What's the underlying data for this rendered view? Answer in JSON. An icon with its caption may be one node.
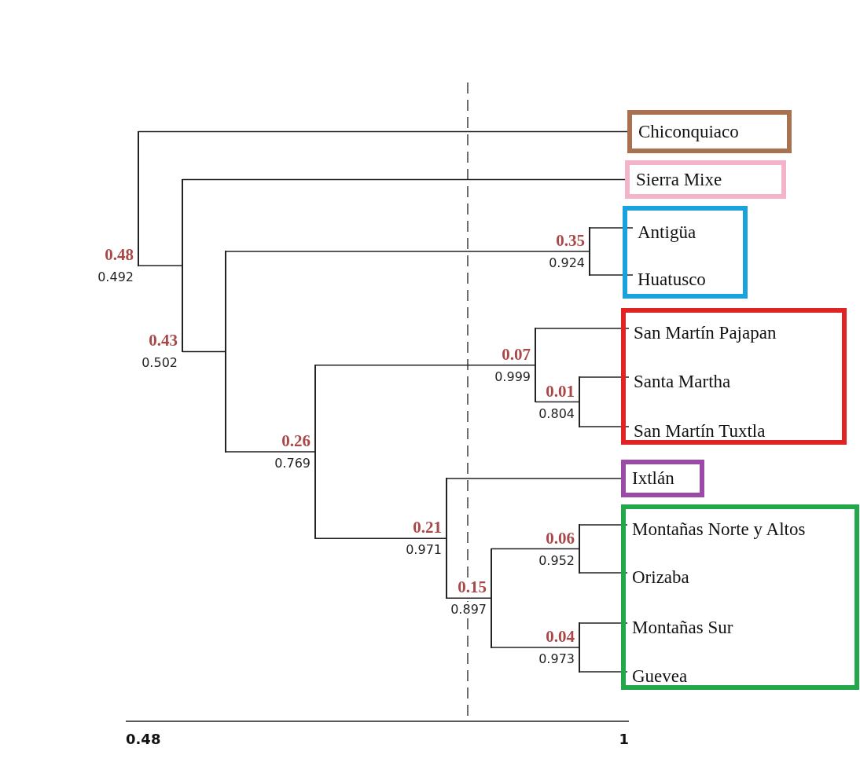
{
  "diagram": {
    "nodes": [
      {
        "text": [
          "Chiconquiaco"
        ]
      },
      {
        "text": [
          "Sierra Mixe"
        ]
      },
      {
        "text": [],
        "shape": "box"
      },
      {
        "text": [
          "Antigüa"
        ],
        "in": 2
      },
      {
        "text": [
          "Huatusco"
        ],
        "in": 2
      },
      {
        "text": [],
        "shape": "box"
      },
      {
        "text": [
          "San Martín Pajapan"
        ],
        "in": 5
      },
      {
        "text": [
          "Santa Martha"
        ],
        "in": 5
      },
      {
        "text": [
          "San Martín Tuxtla"
        ],
        "in": 5
      },
      {
        "text": [
          "Ixtlán"
        ]
      },
      {
        "text": [],
        "shape": "box"
      },
      {
        "text": [
          "Montañas Norte y Altos"
        ],
        "in": 10
      },
      {
        "text": [
          "Orizaba"
        ],
        "in": 10
      },
      {
        "text": [
          "Montañas Sur"
        ],
        "in": 10
      },
      {
        "text": [
          "Guevea"
        ],
        "in": 10
      },
      {
        "text": [],
        "shape": "junction",
        "beside": [
          "0.48",
          "0.492"
        ]
      },
      {
        "text": [],
        "shape": "junction",
        "beside": [
          "0.43",
          "0.502"
        ]
      },
      {
        "text": [],
        "shape": "junction"
      },
      {
        "text": [],
        "shape": "junction",
        "beside": [
          "0.35",
          "0.924"
        ]
      },
      {
        "text": [],
        "shape": "junction",
        "beside": [
          "0.26",
          "0.769"
        ]
      },
      {
        "text": [],
        "shape": "junction",
        "beside": [
          "0.07",
          "0.999"
        ]
      },
      {
        "text": [],
        "shape": "junction",
        "beside": [
          "0.01",
          "0.804"
        ]
      },
      {
        "text": [],
        "shape": "junction",
        "beside": [
          "0.21",
          "0.971"
        ]
      },
      {
        "text": [],
        "shape": "junction",
        "beside": [
          "0.15",
          "0.897"
        ]
      },
      {
        "text": [],
        "shape": "junction",
        "beside": [
          "0.06",
          "0.952"
        ]
      },
      {
        "text": [],
        "shape": "junction",
        "beside": [
          "0.04",
          "0.973"
        ]
      }
    ],
    "edges": [
      {
        "from": 15,
        "to": 0,
        "arrow": "none"
      },
      {
        "from": 15,
        "to": 16,
        "arrow": "none"
      },
      {
        "from": 16,
        "to": 1,
        "arrow": "none"
      },
      {
        "from": 16,
        "to": 17,
        "arrow": "none"
      },
      {
        "from": 17,
        "to": 18,
        "arrow": "none"
      },
      {
        "from": 17,
        "to": 19,
        "arrow": "none"
      },
      {
        "from": 18,
        "to": 3,
        "arrow": "none"
      },
      {
        "from": 18,
        "to": 4,
        "arrow": "none"
      },
      {
        "from": 19,
        "to": 20,
        "arrow": "none"
      },
      {
        "from": 19,
        "to": 22,
        "arrow": "none"
      },
      {
        "from": 20,
        "to": 6,
        "arrow": "none"
      },
      {
        "from": 20,
        "to": 21,
        "arrow": "none"
      },
      {
        "from": 21,
        "to": 7,
        "arrow": "none"
      },
      {
        "from": 21,
        "to": 8,
        "arrow": "none"
      },
      {
        "from": 22,
        "to": 9,
        "arrow": "none"
      },
      {
        "from": 22,
        "to": 23,
        "arrow": "none"
      },
      {
        "from": 23,
        "to": 24,
        "arrow": "none"
      },
      {
        "from": 23,
        "to": 25,
        "arrow": "none"
      },
      {
        "from": 24,
        "to": 11,
        "arrow": "none"
      },
      {
        "from": 24,
        "to": 12,
        "arrow": "none"
      },
      {
        "from": 25,
        "to": 13,
        "arrow": "none"
      },
      {
        "from": 25,
        "to": 14,
        "arrow": "none"
      }
    ],
    "labels": [
      "0.48",
      "1"
    ]
  }
}
